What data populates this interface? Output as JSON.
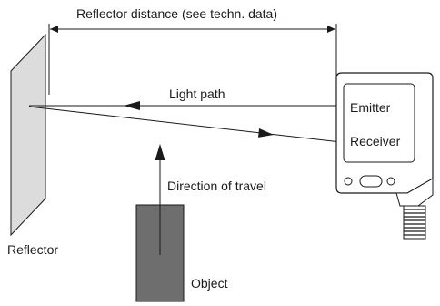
{
  "labels": {
    "dimension": "Reflector distance (see techn. data)",
    "light_path": "Light path",
    "emitter": "Emitter",
    "receiver": "Receiver",
    "direction": "Direction of travel",
    "reflector": "Reflector",
    "object": "Object"
  },
  "colors": {
    "line": "#1a1a1a",
    "reflector_fill": "#dcdcdc",
    "object_fill": "#6e6e6e",
    "sensor_fill": "#ffffff",
    "background": "#ffffff"
  }
}
